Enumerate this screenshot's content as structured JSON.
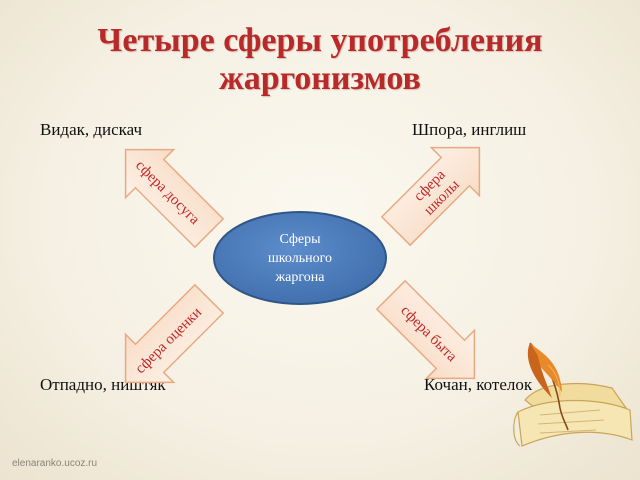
{
  "title": {
    "line1": "Четыре сферы употребления",
    "line2": "жаргонизмов"
  },
  "center": {
    "line1": "Сферы",
    "line2": "школьного",
    "line3": "жаргона"
  },
  "examples": {
    "top_left": "Видак, дискач",
    "top_right": "Шпора, инглиш",
    "bottom_left": "Отпадно, ништяк",
    "bottom_right": "Кочан, котелок"
  },
  "spheres": {
    "top_left": "сфера досуга",
    "top_right_line1": "сфера",
    "top_right_line2": "школы",
    "bottom_left": "сфера оценки",
    "bottom_right": "сфера  быта"
  },
  "footer": "elenaranko.ucoz.ru",
  "colors": {
    "title": "#b8292a",
    "arrow_fill": "#fbe7d6",
    "arrow_stroke": "#e7a982",
    "arrow_text": "#c0282a",
    "center_fill": "#4a7bbd",
    "center_stroke": "#2f5687"
  }
}
